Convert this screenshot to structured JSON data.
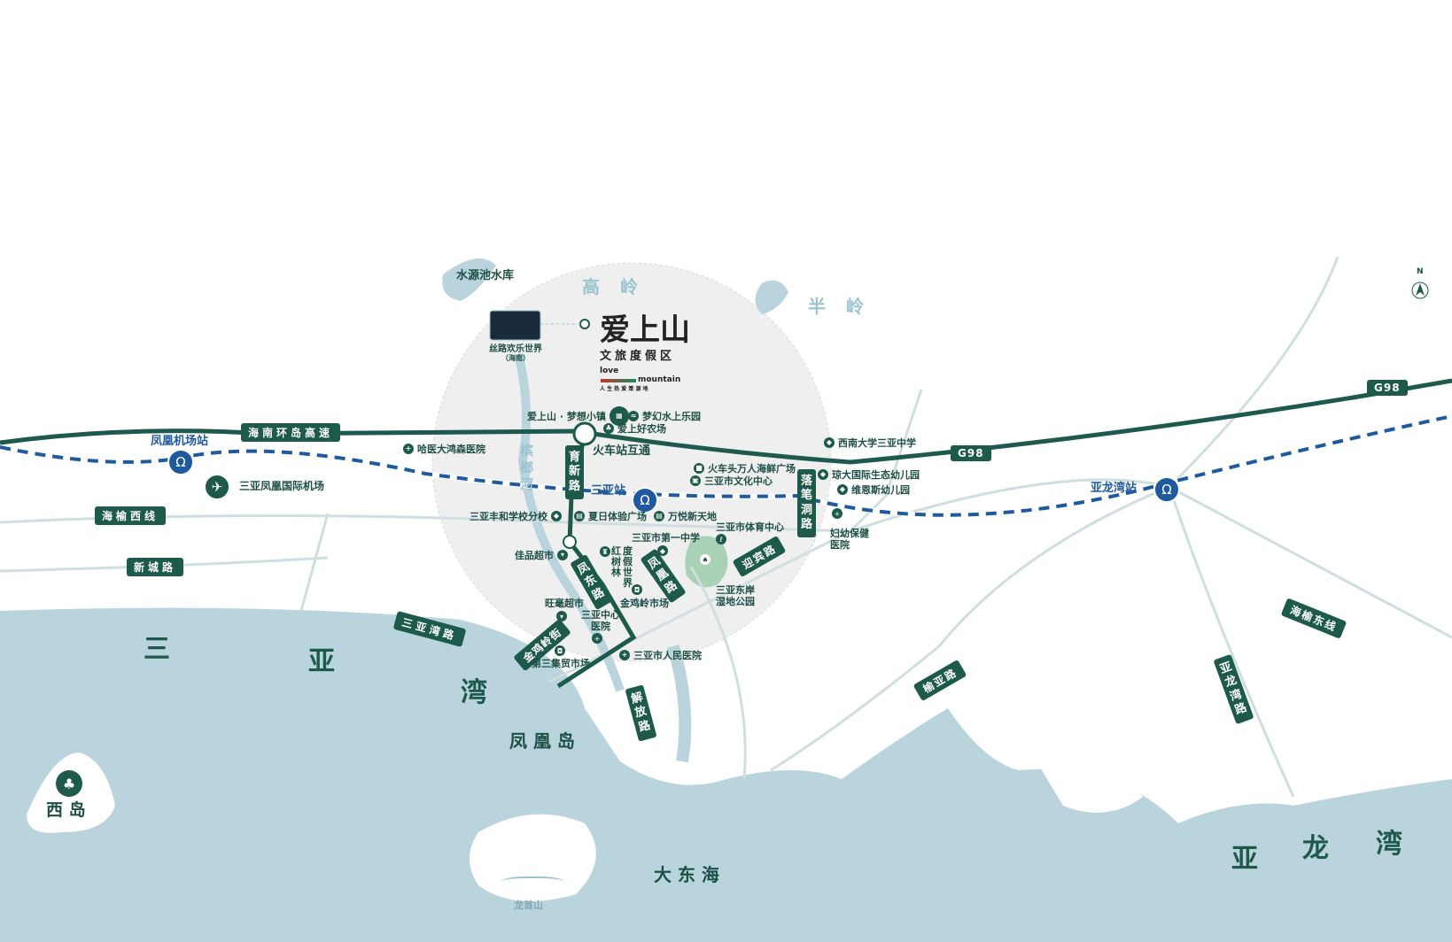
{
  "colors": {
    "road": "#1d5a4c",
    "rail": "#1f5a9e",
    "water": "#b9d4dc",
    "circle": "#efefef",
    "minor_road": "#cfdedf",
    "park": "#a9d1b5"
  },
  "logo": {
    "title": "爱上山",
    "subtitle": "文旅度假区",
    "en1": "love",
    "en2": "mountain",
    "slogan": "人 生 热 爱 策 源 地"
  },
  "hills": {
    "gaoling": "高 岭",
    "banling": "半 岭"
  },
  "reservoir": "水源池水库",
  "river": "槟\n榔\n河",
  "photo_label": "丝路欢乐世界",
  "photo_sub": "（海南）",
  "compass": "N",
  "roads": {
    "hainan_ring": "海南环岛高速",
    "g98a": "G98",
    "g98b": "G98",
    "haiyu_west": "海榆西线",
    "xincheng": "新城路",
    "sanyawan": "三亚湾路",
    "jinjiling": "金鸡岭街",
    "yuxin": "育新路",
    "fengdong": "凤东路",
    "fenghuang": "凤凰路",
    "yingbin": "迎宾路",
    "luobidong": "落笔洞路",
    "jiefang": "解放路",
    "yuya": "榆亚路",
    "haiyu_east": "海榆东线",
    "yalongwan": "亚龙湾路"
  },
  "stations": {
    "fenghuang_airport": "凤凰机场站",
    "sanya": "三亚站",
    "yalongwan": "亚龙湾站"
  },
  "airport": "三亚凤凰国际机场",
  "interchange": "火车站互通",
  "pois": [
    {
      "name": "爱上山 · 梦想小镇",
      "icon": "building"
    },
    {
      "name": "梦幻水上乐园",
      "icon": "water-park"
    },
    {
      "name": "爱上好农场",
      "icon": "farm"
    },
    {
      "name": "哈医大鸿森医院",
      "icon": "hospital"
    },
    {
      "name": "西南大学三亚中学",
      "icon": "school"
    },
    {
      "name": "火车头万人海鲜广场",
      "icon": "market"
    },
    {
      "name": "三亚市文化中心",
      "icon": "culture"
    },
    {
      "name": "琼大国际生态幼儿园",
      "icon": "school"
    },
    {
      "name": "维恩斯幼儿园",
      "icon": "school"
    },
    {
      "name": "三亚丰和学校分校",
      "icon": "school"
    },
    {
      "name": "夏日体验广场",
      "icon": "mall"
    },
    {
      "name": "万悦新天地",
      "icon": "mall"
    },
    {
      "name": "三亚市体育中心",
      "icon": "sport"
    },
    {
      "name": "三亚市第一中学",
      "icon": "school"
    },
    {
      "name": "佳品超市",
      "icon": "cart"
    },
    {
      "name": "红树林",
      "icon": "hotel"
    },
    {
      "name": "度假世界",
      "icon": "hotel"
    },
    {
      "name": "金鸡岭市场",
      "icon": "bag"
    },
    {
      "name": "旺毫超市",
      "icon": "cart"
    },
    {
      "name": "三亚中心医院",
      "icon": "hospital"
    },
    {
      "name": "第三集贸市场",
      "icon": "bag"
    },
    {
      "name": "三亚市人民医院",
      "icon": "hospital"
    },
    {
      "name": "妇幼保健医院",
      "icon": "hospital"
    },
    {
      "name": "三亚东岸湿地公园",
      "icon": "park"
    }
  ],
  "places": {
    "sanya_bay": [
      "三",
      "亚",
      "湾"
    ],
    "fenghuang_island": "凤 凰 岛",
    "xi_island": "西 岛",
    "dadonghai": "大 东 海",
    "longshoushan": "龙首山",
    "yalong_bay": [
      "亚",
      "龙",
      "湾"
    ]
  }
}
